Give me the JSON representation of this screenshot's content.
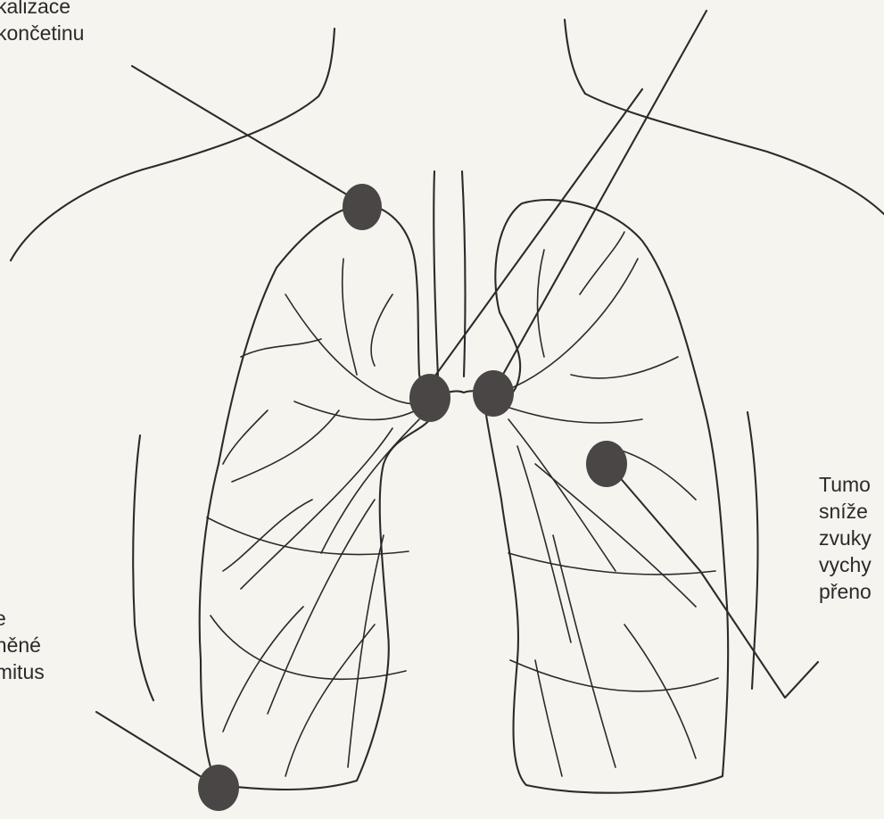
{
  "labels": {
    "top_left": [
      "kalizace",
      "končetinu"
    ],
    "bottom_left": [
      "e",
      "éněné",
      "emitus"
    ],
    "right": [
      "Tumo",
      "sníže",
      "zvuky",
      "vychy",
      "přeno"
    ]
  },
  "colors": {
    "background": "#f6f4ef",
    "ink": "#2b2b2b",
    "node_fill": "#4a4646"
  }
}
